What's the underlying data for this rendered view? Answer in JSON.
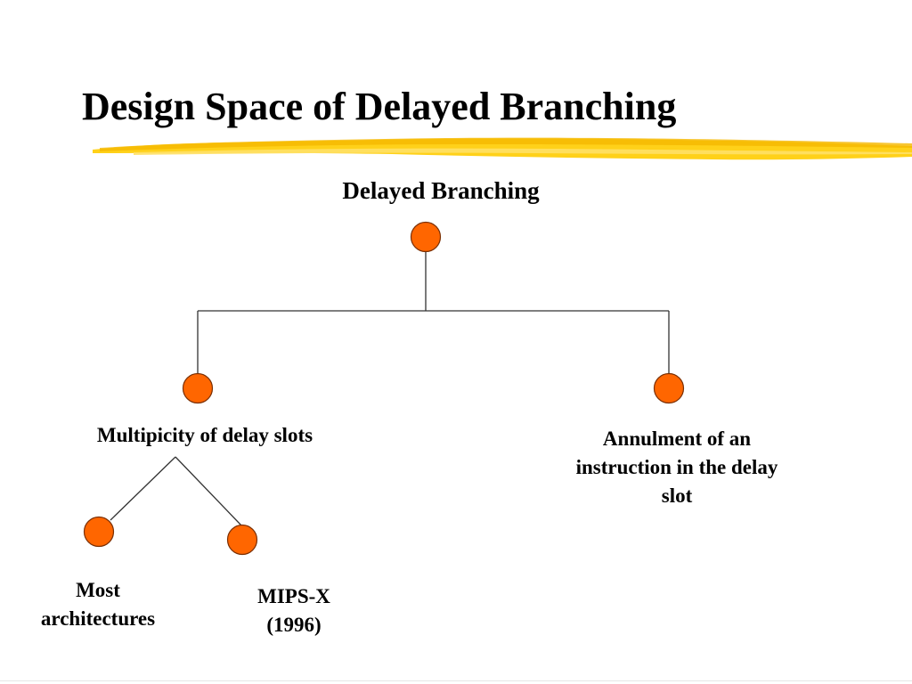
{
  "slide": {
    "title": "Design Space of Delayed Branching"
  },
  "diagram": {
    "root": "Delayed Branching",
    "children": [
      {
        "label": "Multipicity of delay slots",
        "children": [
          {
            "label": "Most\narchitectures"
          },
          {
            "label": "MIPS-X\n(1996)"
          }
        ]
      },
      {
        "label": "Annulment of an\ninstruction in the delay\nslot"
      }
    ]
  },
  "colors": {
    "node_fill": "#ff6600",
    "node_stroke": "#7a2e00",
    "connector": "#333333",
    "highlight": "#ffcc00"
  }
}
